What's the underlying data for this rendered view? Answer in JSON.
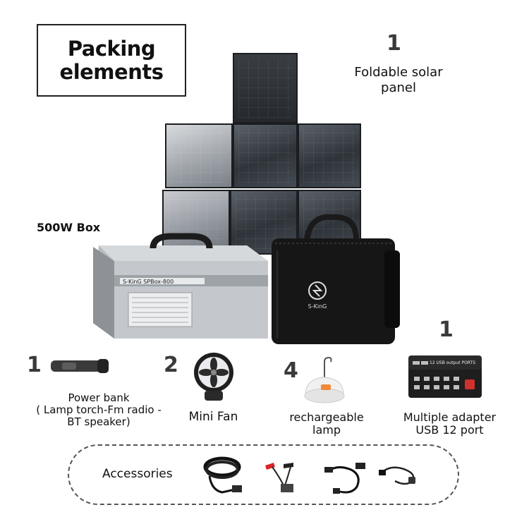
{
  "title": "Packing\nelements",
  "solar_panel": {
    "qty": "1",
    "label": "Foldable solar\npanel"
  },
  "box": {
    "label": "500W Box",
    "brand": "S-KinG SPBox-800"
  },
  "bag": {
    "brand": "S-KinG"
  },
  "power_bank": {
    "qty": "1",
    "label": "Power bank\n( Lamp torch-Fm radio -\nBT speaker)"
  },
  "mini_fan": {
    "qty": "2",
    "label": "Mini Fan"
  },
  "lamp": {
    "qty": "4",
    "label": "rechargeable\nlamp"
  },
  "adapter": {
    "qty": "1",
    "label": "Multiple adapter\nUSB 12 port",
    "device_text": "12 USB output PORTS"
  },
  "accessories": {
    "label": "Accessories"
  }
}
